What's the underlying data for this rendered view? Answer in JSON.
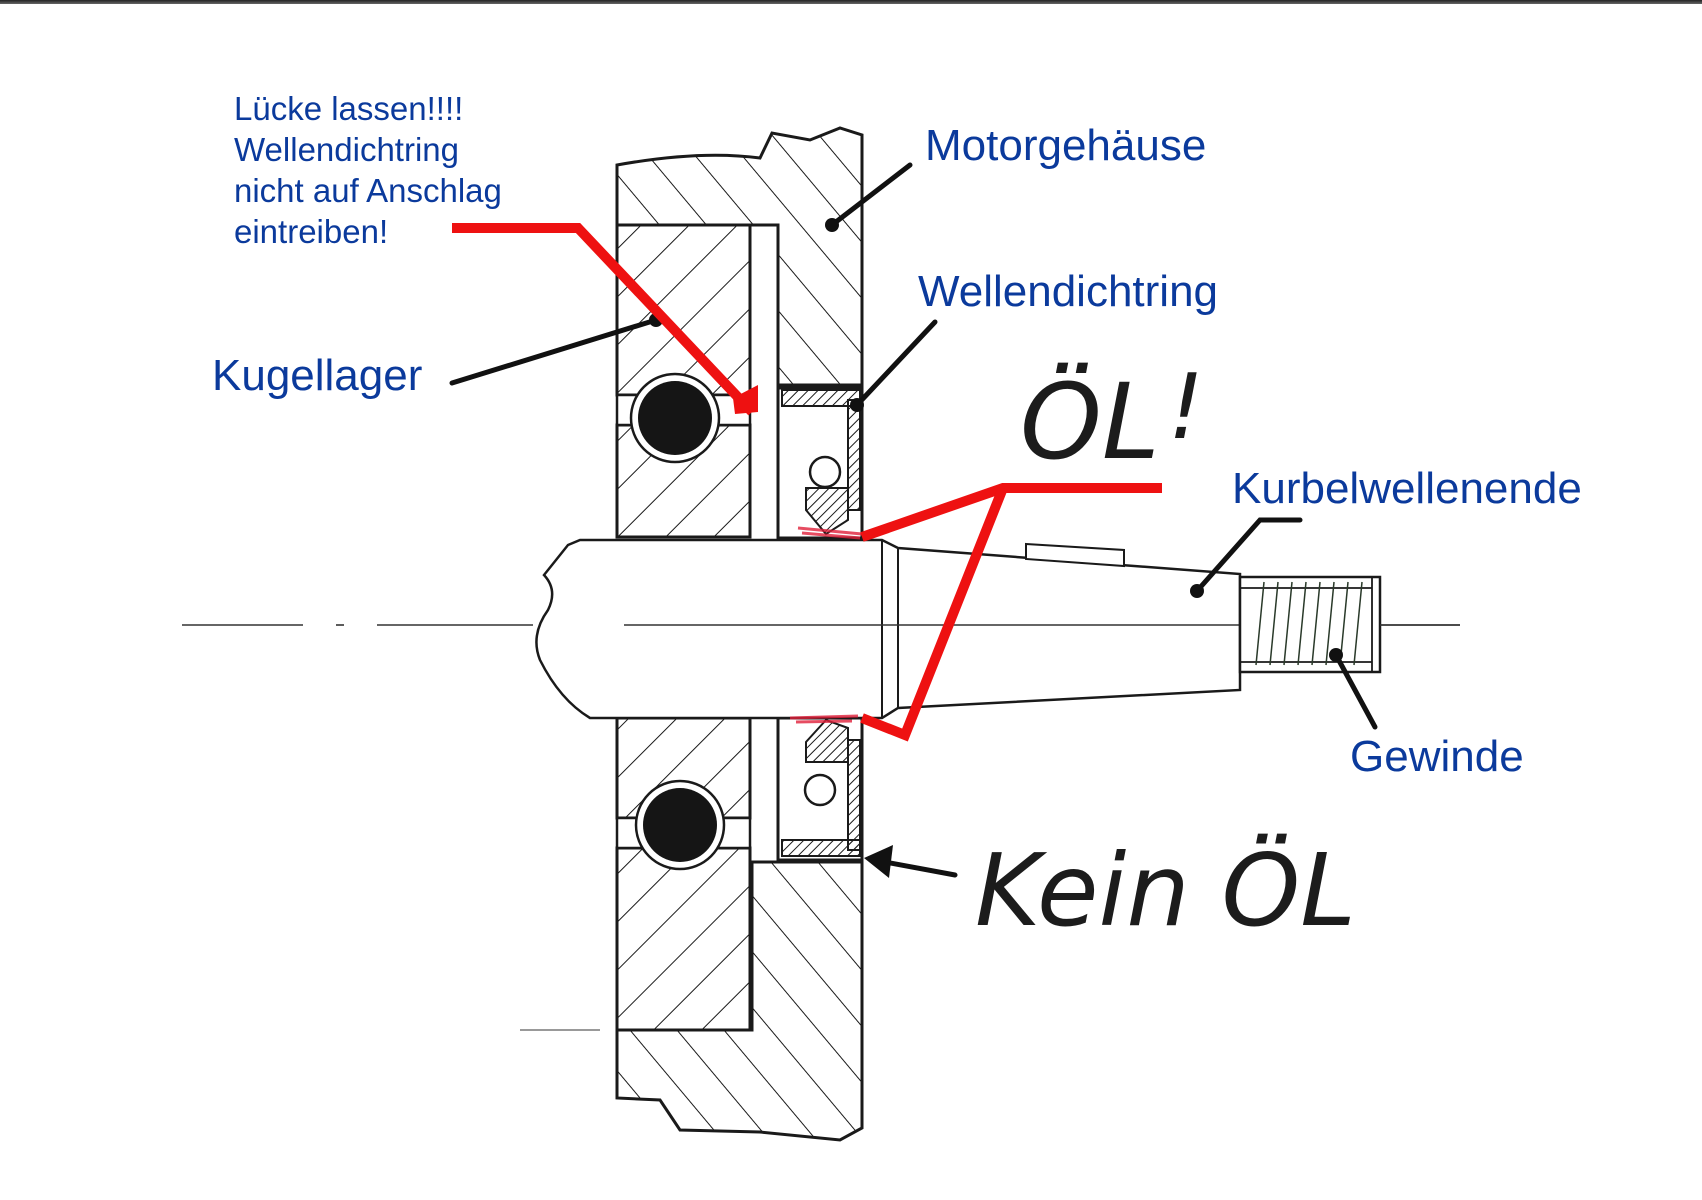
{
  "title": "Wellendichtring Montage – Kurbelwelle",
  "labels": {
    "note_lines": [
      "Lücke lassen!!!!",
      "Wellendichtring",
      "nicht auf Anschlag",
      "eintreiben!"
    ],
    "motorgehaeuse": "Motorgehäuse",
    "wellendichtring": "Wellendichtring",
    "kugellager": "Kugellager",
    "kurbelwellenende": "Kurbelwellenende",
    "gewinde": "Gewinde"
  },
  "handwritten": {
    "oil": "ÖL",
    "oil_mark": "!",
    "no_oil": "Kein ÖL"
  },
  "colors": {
    "label_blue": "#0b3a9c",
    "callout_red": "#ee1111",
    "ink": "#1a1a1a"
  }
}
